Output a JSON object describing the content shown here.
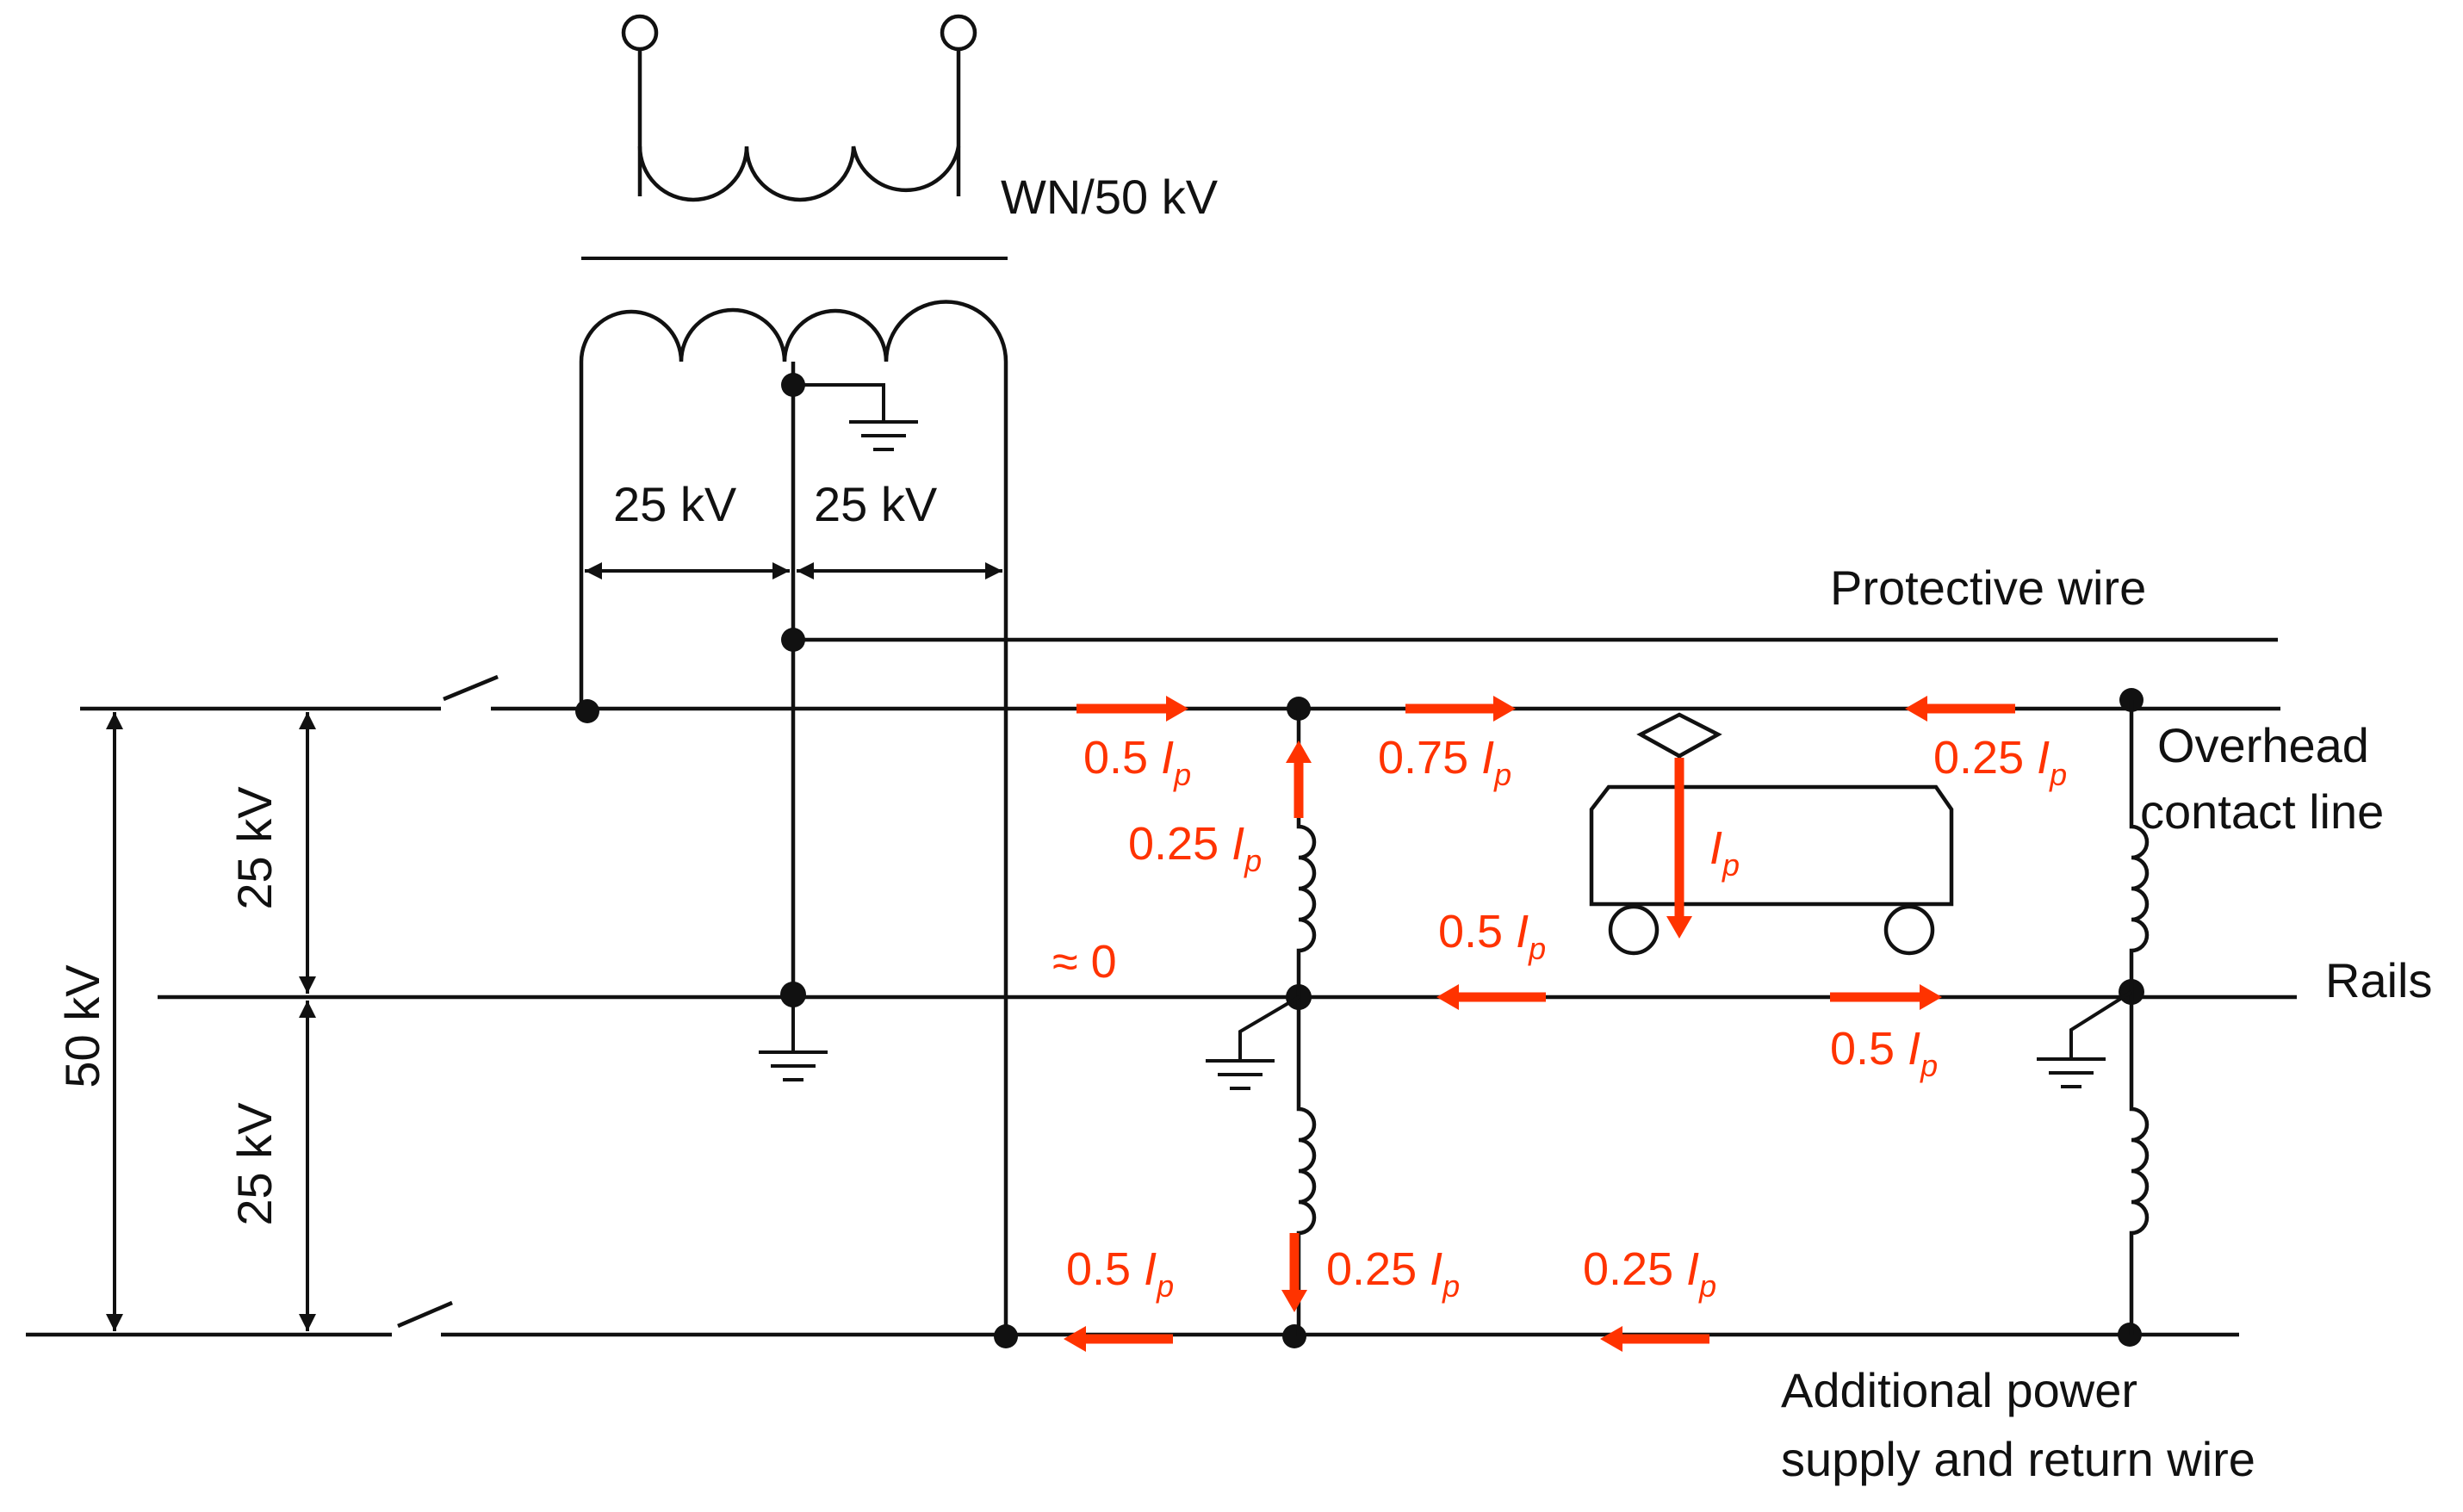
{
  "colors": {
    "line": "#111111",
    "current_arrow": "#ff3300",
    "background": "#ffffff"
  },
  "transformer": {
    "rating": "WN/50 kV"
  },
  "voltages": {
    "left_half": "25 kV",
    "right_half": "25 kV",
    "total": "50 kV",
    "upper_vertical": "25 kV",
    "lower_vertical": "25 kV"
  },
  "conductors": {
    "protective_wire": "Protective wire",
    "overhead_contact_line_1": "Overhead",
    "overhead_contact_line_2": "contact line",
    "rails": "Rails",
    "return_wire_1": "Additional power",
    "return_wire_2": "supply and return wire"
  },
  "currents": {
    "symbol": "I",
    "subscript": "p",
    "overhead_left": "0.5",
    "overhead_mid": "0.75",
    "overhead_right": "0.25",
    "autotransformer_up": "0.25",
    "train": "",
    "rails_approx": "≈ 0",
    "rails_left": "0.5",
    "rails_right": "0.5",
    "return_left": "0.5",
    "autotransformer_down": "0.25",
    "return_mid": "0.25"
  }
}
